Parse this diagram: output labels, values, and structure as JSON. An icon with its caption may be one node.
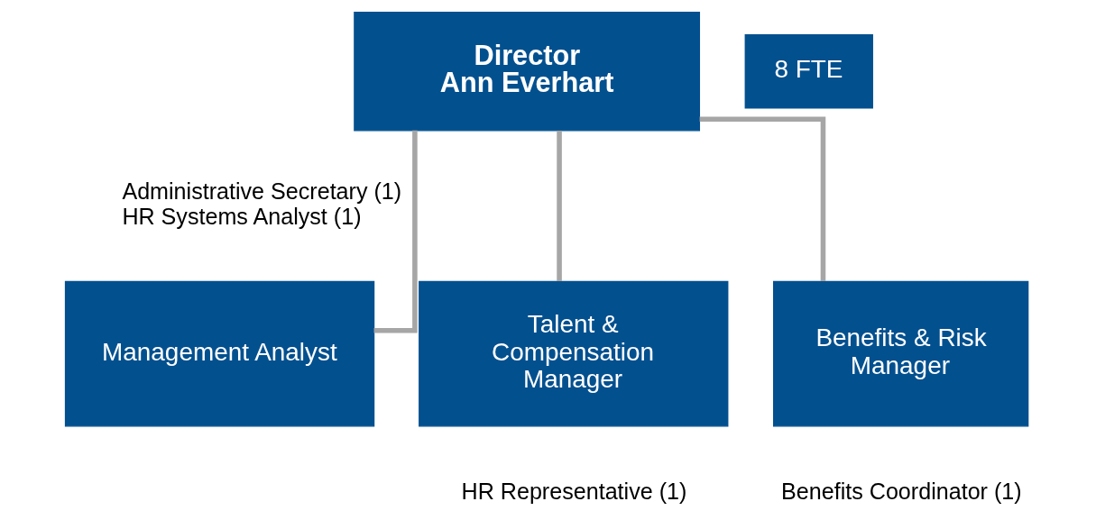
{
  "diagram": {
    "nodes": [
      {
        "text": [
          "Director",
          "Ann Everhart"
        ],
        "beside": [
          "Administrative Secretary (1)",
          "HR Systems Analyst (1)"
        ]
      },
      {
        "text": [
          "8 FTE"
        ]
      },
      {
        "text": [
          "Management Analyst"
        ]
      },
      {
        "text": [
          "Talent & Compensation Manager"
        ],
        "beside": [
          "HR Representative (1)"
        ]
      },
      {
        "text": [
          "Benefits & Risk Manager"
        ],
        "beside": [
          "Benefits Coordinator (1)"
        ]
      }
    ],
    "edges": [
      {
        "from": 0,
        "to": 2,
        "arrow": "none"
      },
      {
        "from": 0,
        "to": 3,
        "arrow": "none"
      },
      {
        "from": 0,
        "to": 4,
        "arrow": "none"
      }
    ]
  }
}
